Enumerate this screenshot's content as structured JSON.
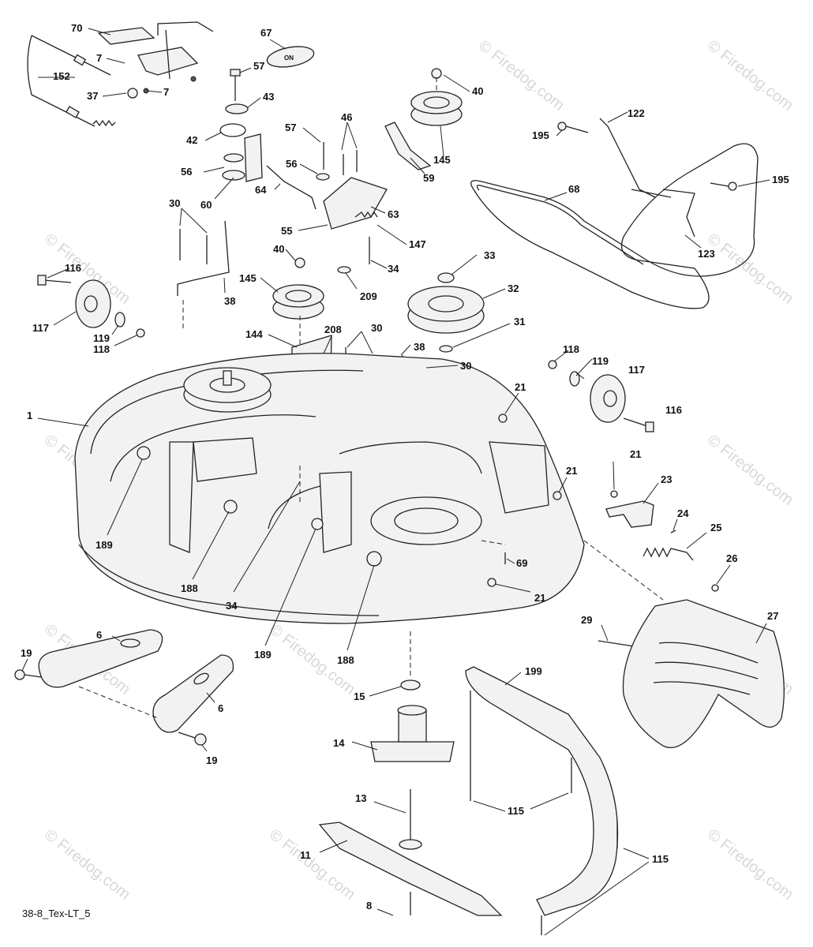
{
  "diagram_code": "38-8_Tex-LT_5",
  "watermark_text": "© Firedog.com",
  "callouts": {
    "c70": "70",
    "c67": "67",
    "c7a": "7",
    "c7b": "7",
    "c57a": "57",
    "c152": "152",
    "c37": "37",
    "c43": "43",
    "c40a": "40",
    "c145a": "145",
    "c42": "42",
    "c57b": "57",
    "c46": "46",
    "c56a": "56",
    "c56b": "56",
    "c59": "59",
    "c60": "60",
    "c64": "64",
    "c122": "122",
    "c195a": "195",
    "c195b": "195",
    "c68": "68",
    "c123": "123",
    "c30a": "30",
    "c30b": "30",
    "c30c": "30",
    "c55": "55",
    "c63": "63",
    "c147": "147",
    "c116a": "116",
    "c116b": "116",
    "c40b": "40",
    "c34a": "34",
    "c34b": "34",
    "c33": "33",
    "c32": "32",
    "c31": "31",
    "c145b": "145",
    "c209": "209",
    "c38a": "38",
    "c38b": "38",
    "c117a": "117",
    "c117b": "117",
    "c119a": "119",
    "c119b": "119",
    "c118a": "118",
    "c118b": "118",
    "c144": "144",
    "c208": "208",
    "c1": "1",
    "c21a": "21",
    "c21b": "21",
    "c21c": "21",
    "c21d": "21",
    "c23": "23",
    "c24": "24",
    "c25": "25",
    "c26": "26",
    "c27": "27",
    "c29": "29",
    "c69": "69",
    "c189a": "189",
    "c189b": "189",
    "c188a": "188",
    "c188b": "188",
    "c19a": "19",
    "c19b": "19",
    "c6a": "6",
    "c6b": "6",
    "c15": "15",
    "c14": "14",
    "c13": "13",
    "c11": "11",
    "c8": "8",
    "c199": "199",
    "c115a": "115",
    "c115b": "115"
  },
  "colors": {
    "line": "#222222",
    "watermark": "#d8d8d8",
    "background": "#ffffff"
  }
}
